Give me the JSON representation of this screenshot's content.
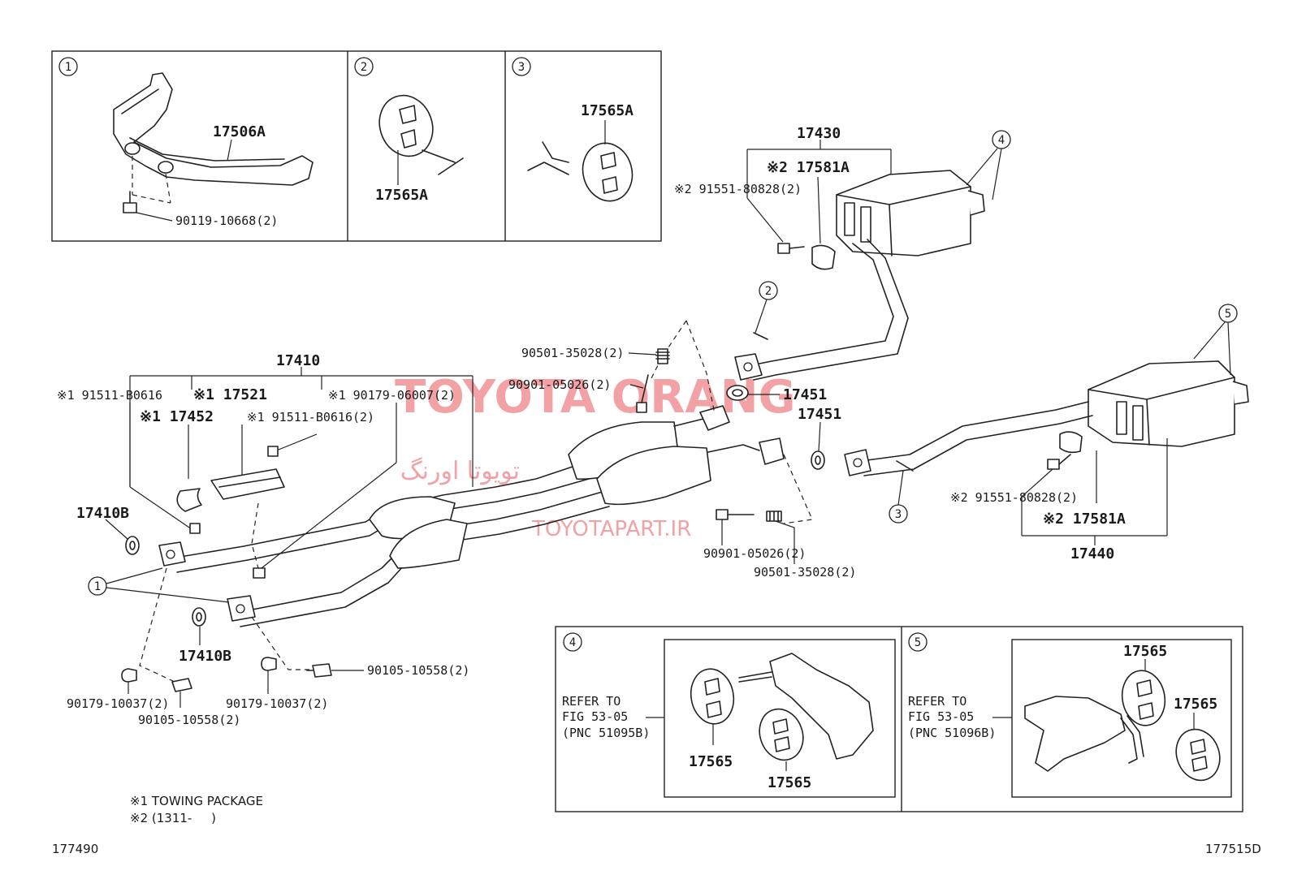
{
  "insets": {
    "one": {
      "circle": "1",
      "bracket": "17506A",
      "bolt": "90119-10668(2)"
    },
    "two": {
      "circle": "2",
      "hanger": "17565A"
    },
    "three": {
      "circle": "3",
      "hanger": "17565A"
    },
    "four": {
      "circle": "4",
      "refer": [
        "REFER TO",
        "FIG 53-05",
        "(PNC 51095B)"
      ],
      "hanger_a": "17565",
      "hanger_b": "17565"
    },
    "five": {
      "circle": "5",
      "refer": [
        "REFER TO",
        "FIG 53-05",
        "(PNC 51096B)"
      ],
      "hanger_a": "17565",
      "hanger_b": "17565"
    }
  },
  "front_pipe": {
    "assembly": "17410",
    "bolt_a": "※1 91511-B0616",
    "clamp": "※1 17521",
    "nut": "※1 90179-06007(2)",
    "clamp_ring": "※1 17452",
    "bolt_b": "※1 91511-B0616(2)",
    "gasket_top": "17410B",
    "gasket_bottom": "17410B",
    "callout": "1",
    "nut_left": "90179-10037(2)",
    "bolt_left": "90105-10558(2)",
    "nut_mid": "90179-10037(2)",
    "bolt_right": "90105-10558(2)"
  },
  "center": {
    "spring_top": "90501-35028(2)",
    "bolt_top": "90901-05026(2)",
    "gasket_a": "17451",
    "gasket_b": "17451",
    "bolt_bottom": "90901-05026(2)",
    "spring_bottom": "90501-35028(2)"
  },
  "tail_upper": {
    "assembly": "17430",
    "damper": "※2 17581A",
    "bolt": "※2 91551-80828(2)",
    "callout_muffler": "4",
    "callout_hanger": "2"
  },
  "tail_lower": {
    "assembly": "17440",
    "damper": "※2 17581A",
    "bolt": "※2 91551-80828(2)",
    "callout_muffler": "5",
    "callout_hanger": "3"
  },
  "notes": {
    "one": "※1 TOWING PACKAGE",
    "two": "※2 (1311-     )"
  },
  "codes": {
    "left": "177490",
    "right": "177515D"
  },
  "watermark": {
    "brand": "TOYOTA ORANG",
    "persian": "تویوتا اورنگ",
    "site": "TOYOTAPART.IR"
  }
}
